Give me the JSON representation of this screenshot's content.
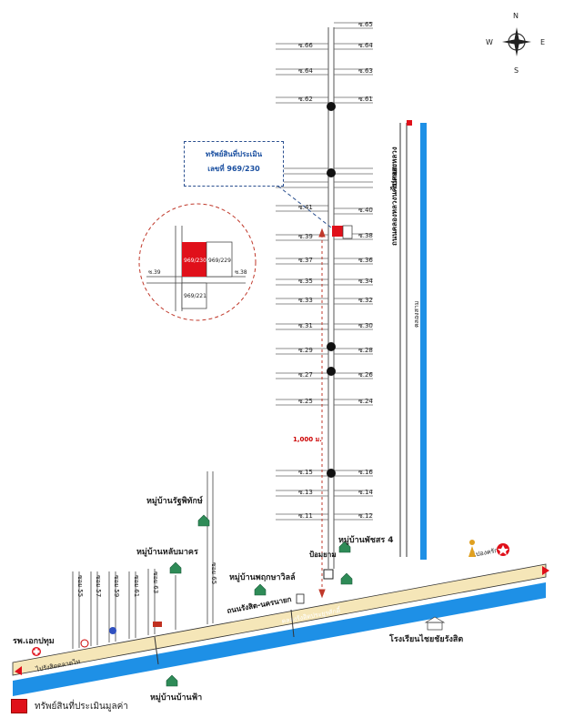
{
  "compass": {
    "n": "N",
    "s": "S",
    "e": "E",
    "w": "W"
  },
  "callout": {
    "line1": "ทรัพย์สินที่ประเมิน",
    "line2": "เลขที่ 969/230"
  },
  "inset": {
    "plot_main": "969/230",
    "plot_right": "969/229",
    "plot_bottom": "969/221",
    "soi_left": "ซ.39",
    "soi_right": "ซ.38"
  },
  "soi_left": [
    "ซ.66",
    "ซ.64",
    "ซ.62",
    "ซ.41",
    "ซ.39",
    "ซ.37",
    "ซ.35",
    "ซ.33",
    "ซ.31",
    "ซ.29",
    "ซ.27",
    "ซ.25",
    "ซ.15",
    "ซ.13",
    "ซ.11"
  ],
  "soi_right": [
    "ซ.65",
    "ซ.64",
    "ซ.63",
    "ซ.61",
    "ซ.40",
    "ซ.38",
    "ซ.36",
    "ซ.34",
    "ซ.32",
    "ซ.30",
    "ซ.28",
    "ซ.26",
    "ซ.24",
    "ซ.16",
    "ซ.14",
    "ซ.12"
  ],
  "distance": "1,000 ม.",
  "labels": {
    "road_top": "ไปคลองหลวง",
    "road_vertical": "ถนนคลองหลวงนครนายก",
    "canal_vertical": "คลองสาม",
    "village_1": "หมู่บ้านรัฐพิทักษ์",
    "village_2": "หมู่บ้านหลับมาคร",
    "village_3": "หมู่บ้านพฤกษาวิลล์",
    "village_4": "หมู่บ้านพัชสร 4",
    "village_5": "หมู่บ้านบ้านฟ้า",
    "police": "ป้อมยาม",
    "to_ongkharak": "ไปองครักษ์",
    "to_rangsit": "ไปรังสิตตลาดไท",
    "hospital": "รพ.เอกปทุม",
    "school": "โรงเรียนไชยชัยรังสิต",
    "main_road": "ถนนรังสิต-นครนายก",
    "main_canal": "คลองรังสิตประยูรศักดิ์",
    "soi_57": "ซอย 57",
    "soi_55": "ซอย 55",
    "soi_59": "ซอย 59",
    "soi_61": "ซอย 61",
    "soi_63": "ซอย 63",
    "soi_65": "ซอย 65"
  },
  "legend": {
    "text": "ทรัพย์สินที่ประเมินมูลค่า"
  },
  "colors": {
    "canal": "#1e90e6",
    "red": "#e0101a",
    "road_fill": "#f5e6b8",
    "dashed": "#c0392b"
  }
}
